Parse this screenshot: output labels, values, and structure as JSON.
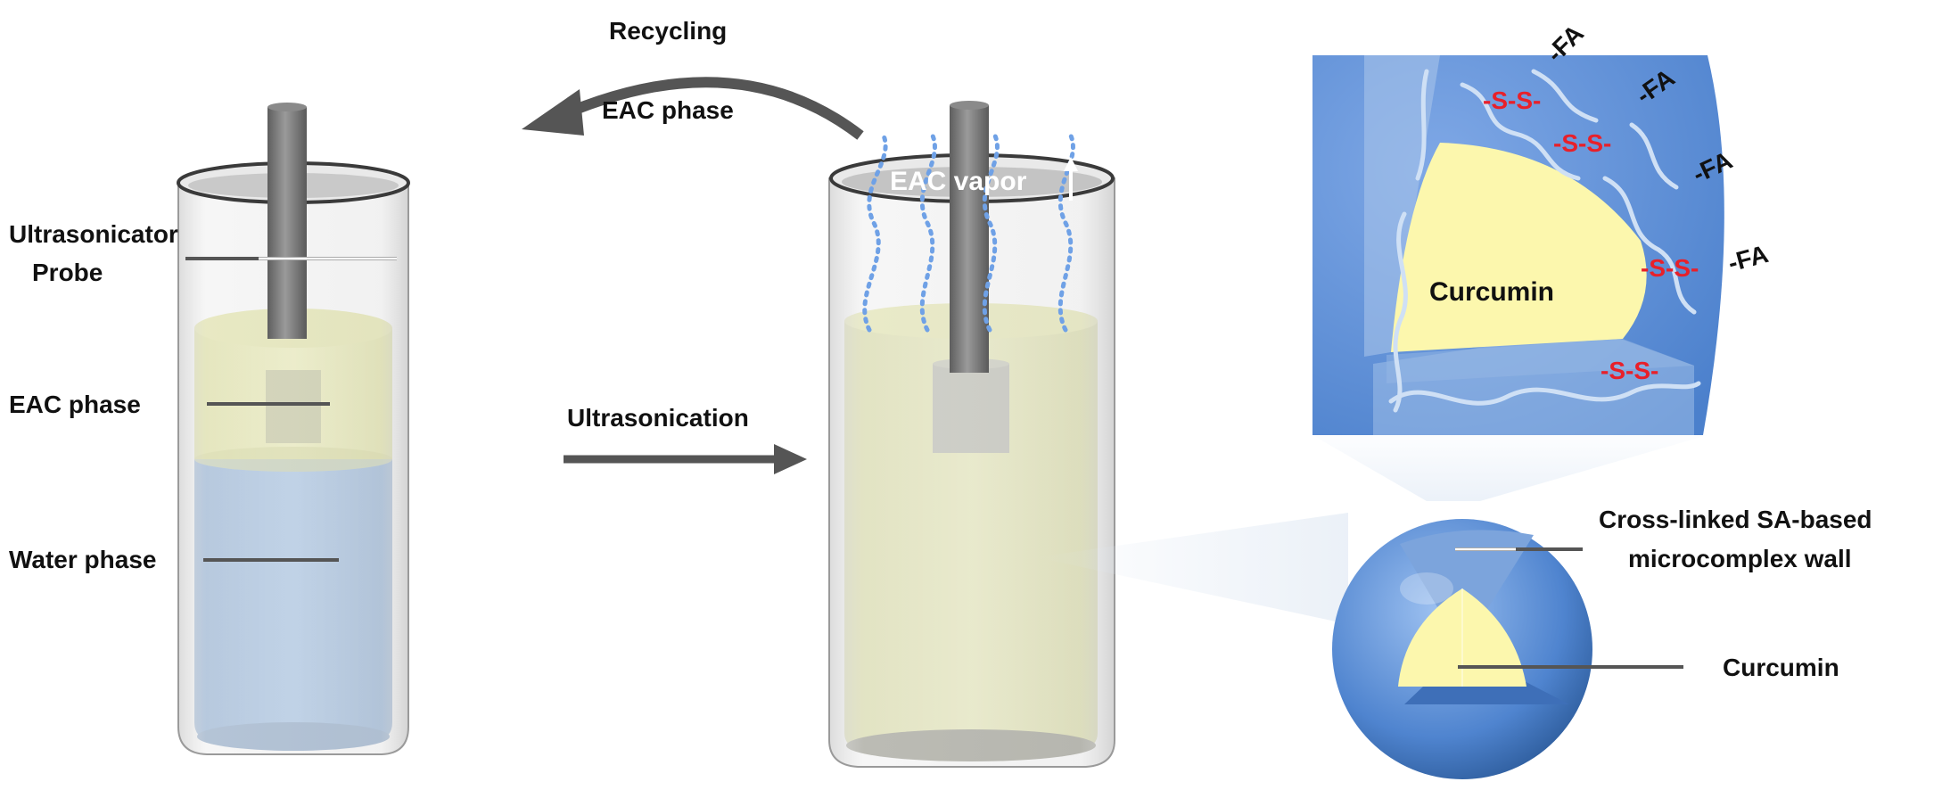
{
  "labels": {
    "recycling": "Recycling",
    "eac_phase_arrow": "EAC phase",
    "ultrasonicator_line1": "Ultrasonicator",
    "ultrasonicator_line2": "Probe",
    "eac_phase": "EAC phase",
    "water_phase": "Water phase",
    "ultrasonication": "Ultrasonication",
    "eac_vapor": "EAC vapor",
    "curcumin_inset": "Curcumin",
    "wall_line1": "Cross-linked SA-based",
    "wall_line2": "microcomplex wall",
    "curcumin_sphere": "Curcumin",
    "ss_bond": "-S-S-",
    "fa_group": "-FA"
  },
  "colors": {
    "probe": "#7a7a7a",
    "eac_yellow": "#e3e58a",
    "water_blue": "#7fa8d8",
    "shell_blue": "#5b8ed8",
    "core_yellow": "#fbf6a8",
    "disulfide_red": "#e8202a",
    "arrow_gray": "#555555"
  }
}
